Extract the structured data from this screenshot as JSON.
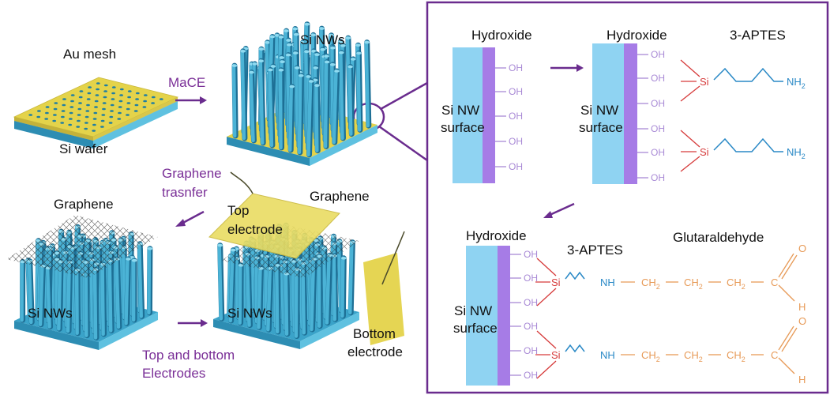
{
  "left": {
    "au_mesh": "Au mesh",
    "si_wafer": "Si wafer",
    "mace": "MaCE",
    "si_nws_top": "Si NWs",
    "graphene_transfer_1": "Graphene",
    "graphene_transfer_2": "trasnfer",
    "graphene_left": "Graphene",
    "graphene_right": "Graphene",
    "top_electrode_1": "Top",
    "top_electrode_2": "electrode",
    "si_nws_bl": "Si NWs",
    "si_nws_br": "Si NWs",
    "bottom_electrode_1": "Bottom",
    "bottom_electrode_2": "electrode",
    "electrodes_1": "Top and bottom",
    "electrodes_2": "Electrodes"
  },
  "right": {
    "hydroxide_1": "Hydroxide",
    "hydroxide_2": "Hydroxide",
    "hydroxide_3": "Hydroxide",
    "aptes_1": "3-APTES",
    "aptes_2": "3-APTES",
    "glutaraldehyde": "Glutaraldehyde",
    "si_nw": "Si NW",
    "surface": "surface",
    "oh": "OH",
    "si": "Si",
    "nh2": "NH",
    "nh": "NH",
    "ch2": "CH",
    "c": "C",
    "o": "O",
    "h": "H",
    "sub2": "2"
  },
  "colors": {
    "frame": "#6a2c8e",
    "wire_blue": "#4bb3d6",
    "gold": "#e4d34a",
    "surface_blue": "#8fd3f2",
    "surface_purple": "#a67ce6",
    "si_red": "#d63a3a",
    "amine_blue": "#2a89c6",
    "glut_orange": "#e79a57"
  }
}
